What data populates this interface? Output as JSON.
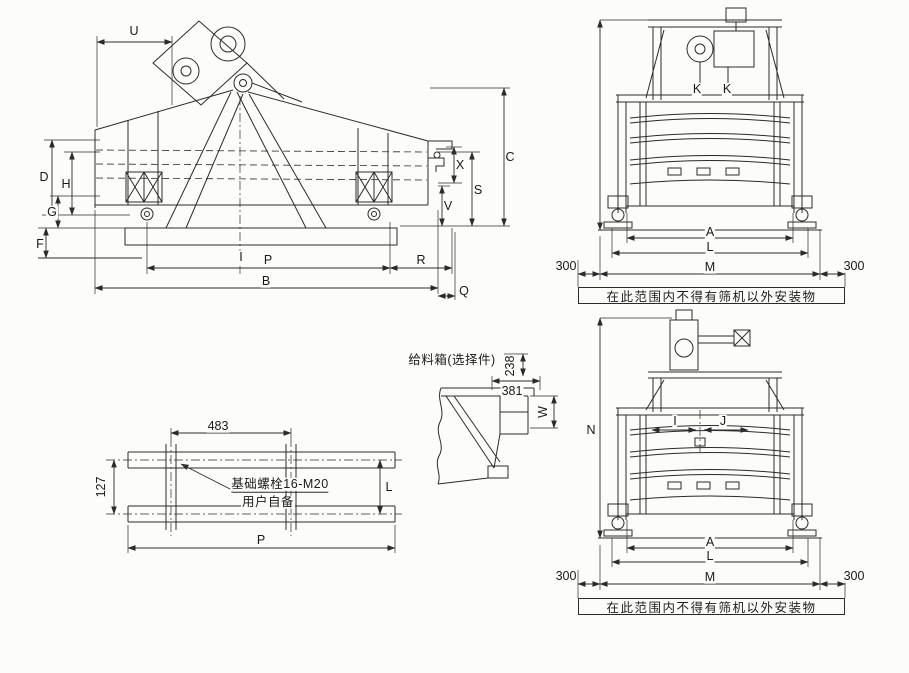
{
  "colors": {
    "line": "#2b2b2b",
    "paper": "#fcfcfa"
  },
  "side_view": {
    "U": "U",
    "C": "C",
    "S": "S",
    "X": "X",
    "V": "V",
    "D": "D",
    "H": "H",
    "G": "G",
    "F": "F",
    "I": "I",
    "P": "P",
    "R": "R",
    "B": "B",
    "Q": "Q"
  },
  "front_top": {
    "K_left": "K",
    "K_right": "K",
    "A": "A",
    "L": "L",
    "M": "M",
    "left_margin": "300",
    "right_margin": "300",
    "note": "在此范围内不得有筛机以外安装物"
  },
  "front_bottom": {
    "N": "N",
    "I": "I",
    "J": "J",
    "A": "A",
    "L": "L",
    "M": "M",
    "left_margin": "300",
    "right_margin": "300",
    "note": "在此范围内不得有筛机以外安装物"
  },
  "foundation": {
    "bolt_spacing": "483",
    "rail_gap": "127",
    "L": "L",
    "P": "P",
    "bolt_note_line1": "基础螺栓16-M20",
    "bolt_note_line2": "用户自备"
  },
  "feed_box": {
    "title": "给料箱(选择件)",
    "width": "381",
    "height": "238",
    "W": "W"
  }
}
